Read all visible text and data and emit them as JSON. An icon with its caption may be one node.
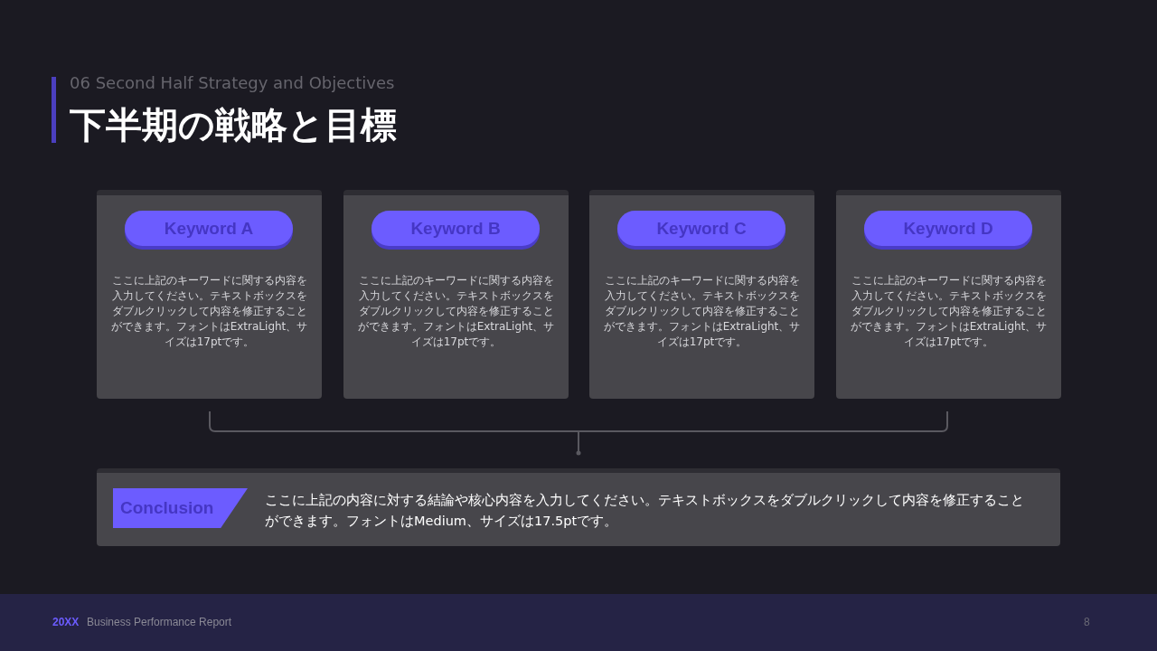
{
  "diagram": {
    "title": "下半期の戦略と目標",
    "nodes": [
      {
        "text": [
          "ここに上記のキーワードに関する内容を入力してください。テキストボックスをダブルクリックして内容を修正することができます。フォントはExtraLight、サイズは17ptです。"
        ]
      },
      {
        "text": [
          "Keyword A"
        ],
        "in": 0
      },
      {
        "text": [
          "ここに上記のキーワードに関する内容を入力してください。テキストボックスをダブルクリックして内容を修正することができます。フォントはExtraLight、サイズは17ptです。"
        ]
      },
      {
        "text": [
          "Keyword B"
        ],
        "in": 2
      },
      {
        "text": [
          "ここに上記のキーワードに関する内容を入力してください。テキストボックスをダブルクリックして内容を修正することができます。フォントはExtraLight、サイズは17ptです。"
        ]
      },
      {
        "text": [
          "Keyword C"
        ],
        "in": 4
      },
      {
        "text": [
          "ここに上記のキーワードに関する内容を入力してください。テキストボックスをダブルクリックして内容を修正することができます。フォントはExtraLight、サイズは17ptです。"
        ]
      },
      {
        "text": [
          "Keyword D"
        ],
        "in": 6
      },
      {
        "text": [
          "ここに上記の内容に対する結論や核心内容を入力してください。テキストボックスをダブルクリックして内容を修正することができます。フォントはMedium、サイズは17.5ptです。"
        ]
      },
      {
        "text": [
          "Conclusion"
        ],
        "in": 8
      },
      {
        "text": [
          "20XX",
          "Business Performance Report",
          "8"
        ]
      }
    ],
    "labels": [
      "06 Second Half Strategy and Objectives"
    ]
  }
}
